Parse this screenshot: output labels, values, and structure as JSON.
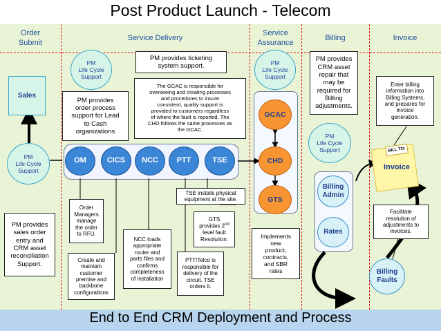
{
  "title": "Post Product Launch - Telecom",
  "footer": "End to End CRM Deployment and Process",
  "lanes": [
    {
      "label": "Order\nSubmit"
    },
    {
      "label": "Service Delivery"
    },
    {
      "label": "Service\nAssurance"
    },
    {
      "label": "Billing"
    },
    {
      "label": "Invoice"
    }
  ],
  "nodes": {
    "sales": "Sales",
    "pm_left": "PM\nLife Cycle\nSupport",
    "pm_delivery": "PM\nLife Cycle\nSupport",
    "pm_assurance": "PM\nLife Cycle\nSupport",
    "pm_billing": "PM\nLife Cycle\nSupport",
    "om": "OM",
    "cics": "CICS",
    "ncc": "NCC",
    "ptt": "PTT",
    "tse": "TSE",
    "gcac": "GCAC",
    "chd": "CHD",
    "gts": "GTS",
    "billing_admin": "Billing\nAdmin",
    "rates": "Rates",
    "billing_faults": "Billing\nFaults",
    "invoice": "Invoice",
    "invoice_tag": "BILL TO:"
  },
  "notes": {
    "pm_order_process": "PM provides\norder process\nsupport for Lead\nto Cash\norganizations",
    "pm_ticketing": "PM provides ticketing\nsystem support.",
    "gcac_desc": "The GCAC is responsible for\noverseeing and creating processes\nand procedures to insure\nconsistent, quality support is\nprovided to customers regardless\nof where the fault is reported. The\nCHD follows the same processes as\nthe GCAC.",
    "pm_crm_asset": "PM provides\nCRM asset\nrepair that\nmay be\nrequired for\nBilling\nadjustments.",
    "enter_billing": "Enter billing\ninformation into\nBilling Systems,\nand prepares for\ninvoice\ngeneration.",
    "pm_sales_order": "PM provides\nsales order\nentry and\nCRM asset\nreconciliation\nSupport.",
    "order_managers": "Order\nManagers\nmanage\nthe order\nto RFU.",
    "create_maintain": "Create and\nmaintain\ncustomer\npremise and\nbackbone\nconfigurations",
    "ncc_loads": "NCC loads\nappropriate\nrouter and\nparts files and\nconfirms\ncompleteness\nof installation",
    "ptt_telco": "PTT/Telco is\nresponsible for\ndelivery of the\ncircuit. TSE\norders it.",
    "tse_installs": "TSE installs physical\nequipment at the site.",
    "gts_provides_pre": "GTS\nprovides 2",
    "gts_provides_sup": "nd",
    "gts_provides_post": "\nlevel fault\nResolution.",
    "implements": "Implements\nnew\nproduct,\ncontracts,\nand SBR\nrates",
    "facilitate": "Facilitate\nresolution of\nadjustments to\ninvoices."
  }
}
